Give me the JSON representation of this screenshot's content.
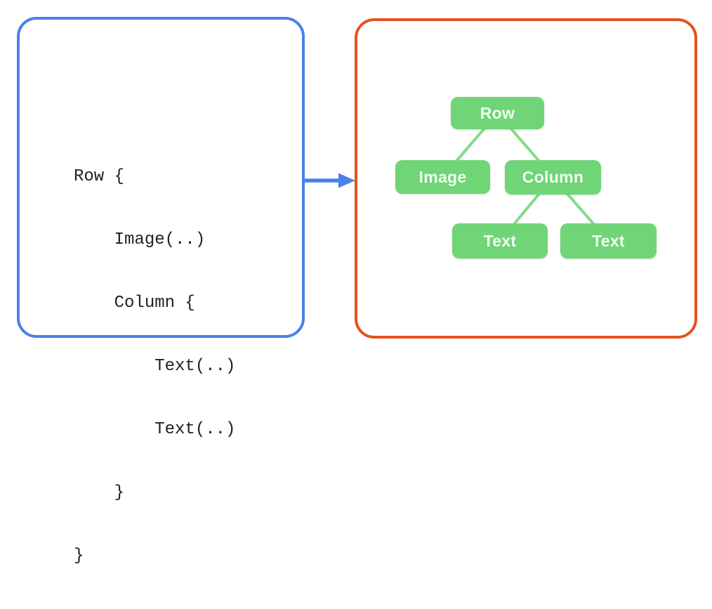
{
  "code_panel": {
    "border_color": "#4980EA",
    "lines": [
      "Row {",
      "    Image(..)",
      "    Column {",
      "        Text(..)",
      "        Text(..)",
      "    }",
      "}"
    ]
  },
  "arrow": {
    "icon": "right-arrow-icon",
    "color": "#4980EA"
  },
  "tree_panel": {
    "border_color": "#E5511E",
    "node_fill_color": "#6FD576",
    "node_text_color": "#F3FCF3",
    "edge_color": "#82DC86",
    "nodes": [
      {
        "id": "row",
        "label": "Row"
      },
      {
        "id": "image",
        "label": "Image"
      },
      {
        "id": "column",
        "label": "Column"
      },
      {
        "id": "text-1",
        "label": "Text"
      },
      {
        "id": "text-2",
        "label": "Text"
      }
    ],
    "edges": [
      {
        "from": "row",
        "to": "image"
      },
      {
        "from": "row",
        "to": "column"
      },
      {
        "from": "column",
        "to": "text-1"
      },
      {
        "from": "column",
        "to": "text-2"
      }
    ]
  }
}
